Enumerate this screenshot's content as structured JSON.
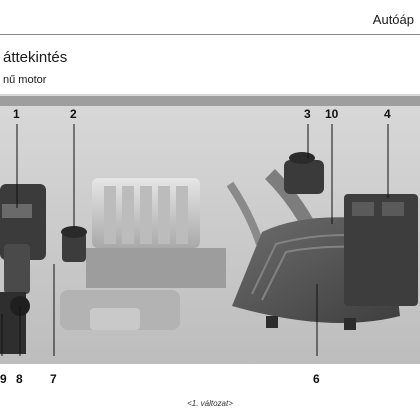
{
  "header": {
    "title": "Autóáp"
  },
  "section": {
    "title": "áttekintés",
    "subtitle": "nű motor"
  },
  "figure": {
    "callouts": {
      "c1": "1",
      "c2": "2",
      "c3": "3",
      "c10": "10",
      "c4": "4",
      "c9": "9",
      "c8": "8",
      "c7": "7",
      "c6": "6"
    },
    "caption": "<1. változat>"
  }
}
